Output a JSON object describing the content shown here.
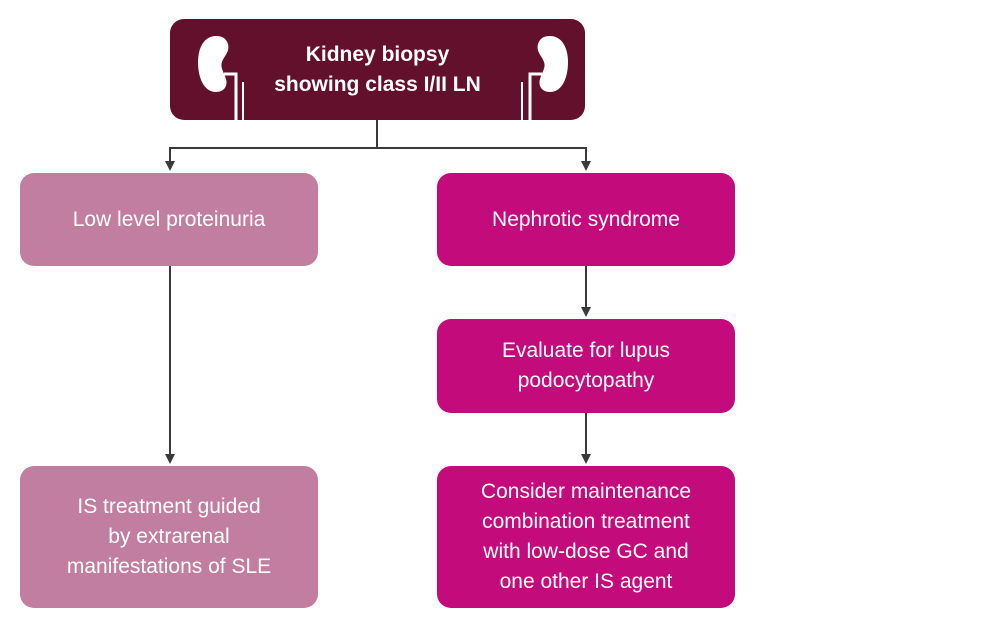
{
  "flowchart": {
    "root": {
      "text": "Kidney biopsy\nshowing class I/II LN",
      "icons": [
        "kidney-icon-left",
        "kidney-icon-right"
      ]
    },
    "left_branch": [
      {
        "id": "low-proteinuria",
        "text": "Low level proteinuria"
      },
      {
        "id": "is-treatment-extrarenal",
        "text": "IS treatment guided\nby extrarenal\nmanifestations of SLE"
      }
    ],
    "right_branch": [
      {
        "id": "nephrotic-syndrome",
        "text": "Nephrotic syndrome"
      },
      {
        "id": "evaluate-podocytopathy",
        "text": "Evaluate for lupus\npodocytopathy"
      },
      {
        "id": "maintenance-combination",
        "text": "Consider maintenance\ncombination treatment\nwith low-dose GC and\none other IS agent"
      }
    ],
    "colors": {
      "root": "#63102c",
      "left_branch": "#c27ea0",
      "right_branch": "#c40b7c",
      "connector": "#3a3a3a",
      "text": "#ffffff"
    }
  }
}
